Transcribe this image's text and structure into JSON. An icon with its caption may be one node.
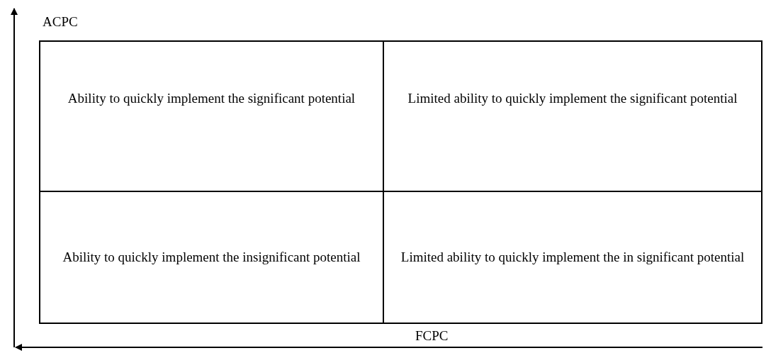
{
  "diagram": {
    "nodes": [
      {
        "text": [
          "Ability to quickly implement the significant potential"
        ]
      },
      {
        "text": [
          "Limited ability to quickly implement the significant potential"
        ]
      },
      {
        "text": [
          "Ability to quickly implement the insignificant potential"
        ]
      },
      {
        "text": [
          "Limited ability to quickly implement the in significant potential"
        ]
      }
    ],
    "labels": [
      "ACPC",
      "FCPC"
    ]
  }
}
